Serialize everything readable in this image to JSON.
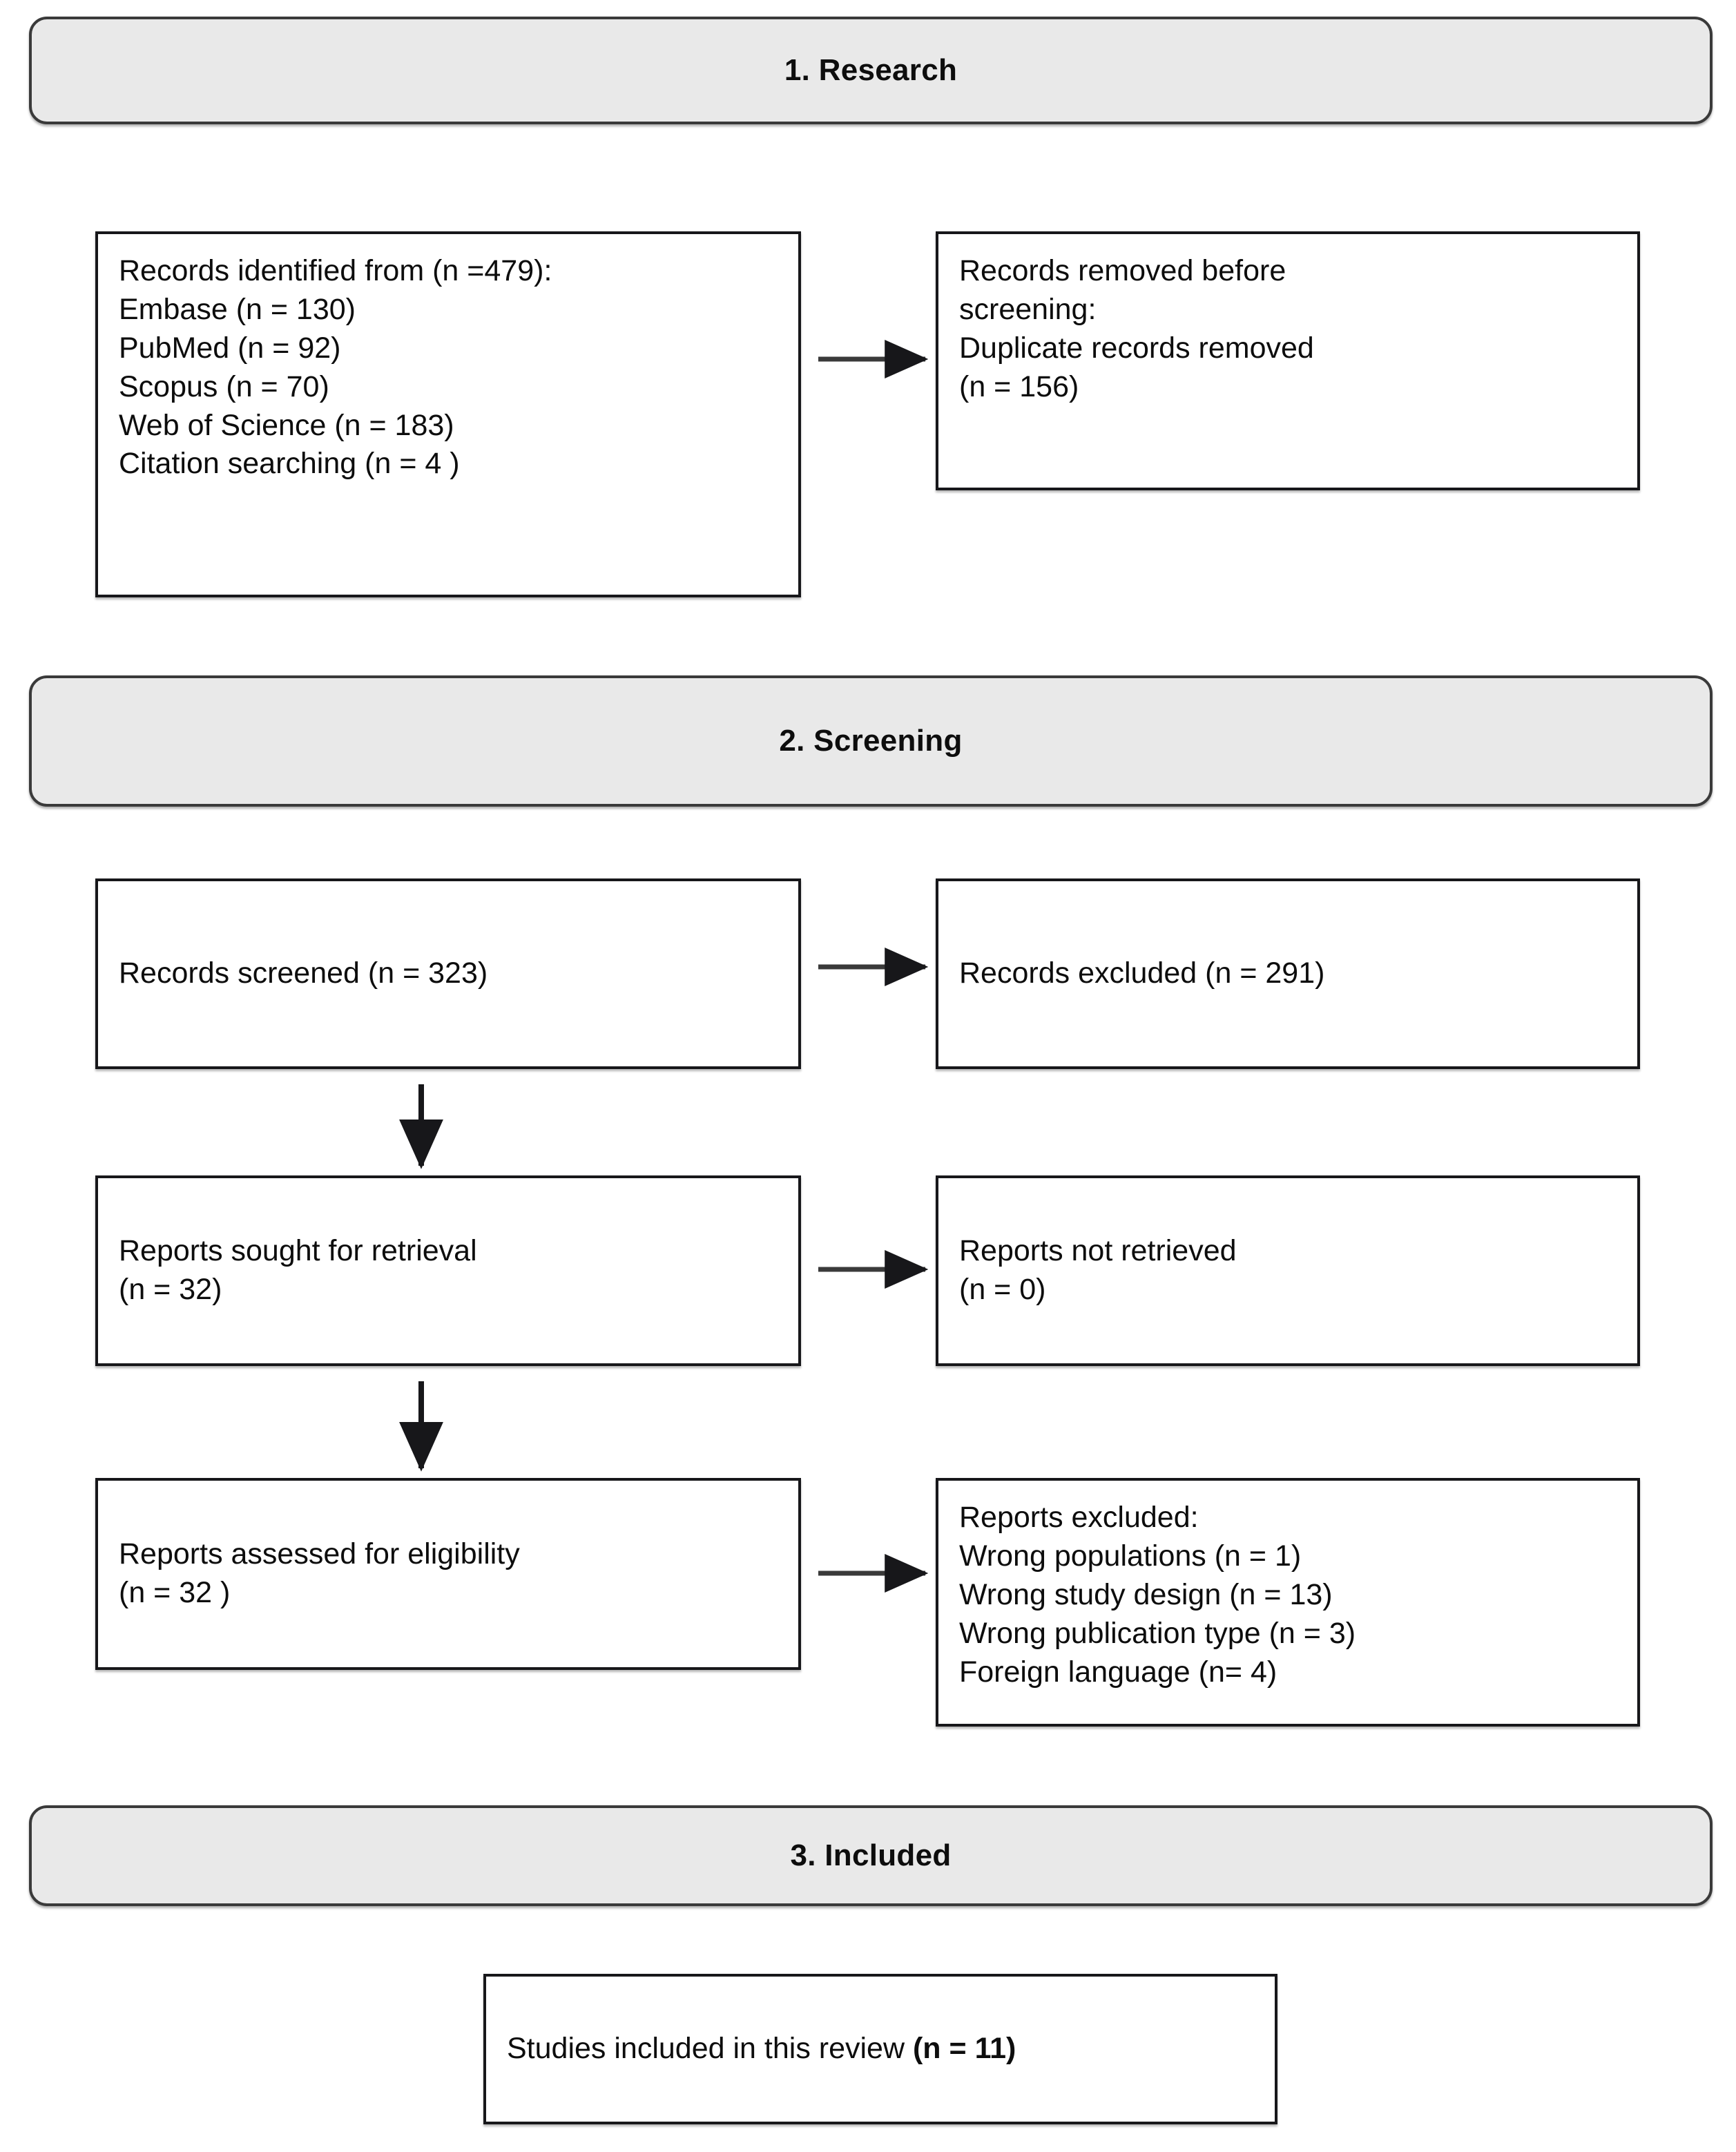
{
  "diagram": {
    "title": "PRISMA flow diagram",
    "type": "flowchart",
    "accent_border": "#17171a",
    "stage_fill": "#e9e9e9"
  },
  "stages": [
    {
      "id": "research",
      "label": "1. Research"
    },
    {
      "id": "screening",
      "label": "2. Screening"
    },
    {
      "id": "included",
      "label": "3. Included"
    }
  ],
  "boxes": {
    "records_identified": {
      "lines": [
        "Records identified from (n =479):",
        "Embase (n = 130)",
        "PubMed (n = 92)",
        "Scopus (n = 70)",
        "Web of Science (n =  183)",
        "Citation searching (n = 4 )"
      ],
      "text": "Records identified from (n =479):\nEmbase (n = 130)\nPubMed (n = 92)\nScopus (n = 70)\nWeb of Science (n =  183)\nCitation searching (n = 4 )"
    },
    "records_removed": {
      "lines": [
        "Records removed before",
        "screening:",
        "Duplicate records removed",
        "(n = 156)"
      ],
      "text": "Records removed before\nscreening:\nDuplicate records removed\n(n = 156)"
    },
    "records_screened": {
      "lines": [
        "Records screened (n = 323)"
      ],
      "text": "Records screened (n = 323)"
    },
    "records_excluded": {
      "lines": [
        "Records excluded (n = 291)"
      ],
      "text": "Records excluded (n = 291)"
    },
    "reports_sought": {
      "lines": [
        "Reports sought for retrieval",
        "(n = 32)"
      ],
      "text": "Reports sought for retrieval\n(n = 32)"
    },
    "reports_not_retrieved": {
      "lines": [
        "Reports not retrieved",
        "(n = 0)"
      ],
      "text": "Reports not retrieved\n(n = 0)"
    },
    "reports_assessed": {
      "lines": [
        "Reports assessed for eligibility",
        "(n = 32 )"
      ],
      "text": "Reports assessed for eligibility\n(n = 32 )"
    },
    "reports_excluded": {
      "lines": [
        "Reports excluded:",
        "Wrong populations (n = 1)",
        "Wrong study design (n = 13)",
        "Wrong publication type (n = 3)",
        "Foreign language (n= 4)"
      ],
      "text": "Reports excluded:\nWrong populations (n = 1)\nWrong study design (n = 13)\nWrong publication type (n = 3)\nForeign language (n= 4)"
    },
    "studies_included": {
      "prefix": "Studies included in this review ",
      "count": "(n = 11)"
    }
  },
  "counts": {
    "identified_total": 479,
    "embase": 130,
    "pubmed": 92,
    "scopus": 70,
    "web_of_science": 183,
    "citation_searching": 4,
    "duplicates_removed": 156,
    "screened": 323,
    "excluded_at_screening": 291,
    "sought_for_retrieval": 32,
    "not_retrieved": 0,
    "assessed_for_eligibility": 32,
    "excluded_wrong_populations": 1,
    "excluded_wrong_study_design": 13,
    "excluded_wrong_publication_type": 3,
    "excluded_foreign_language": 4,
    "studies_included": 11
  }
}
